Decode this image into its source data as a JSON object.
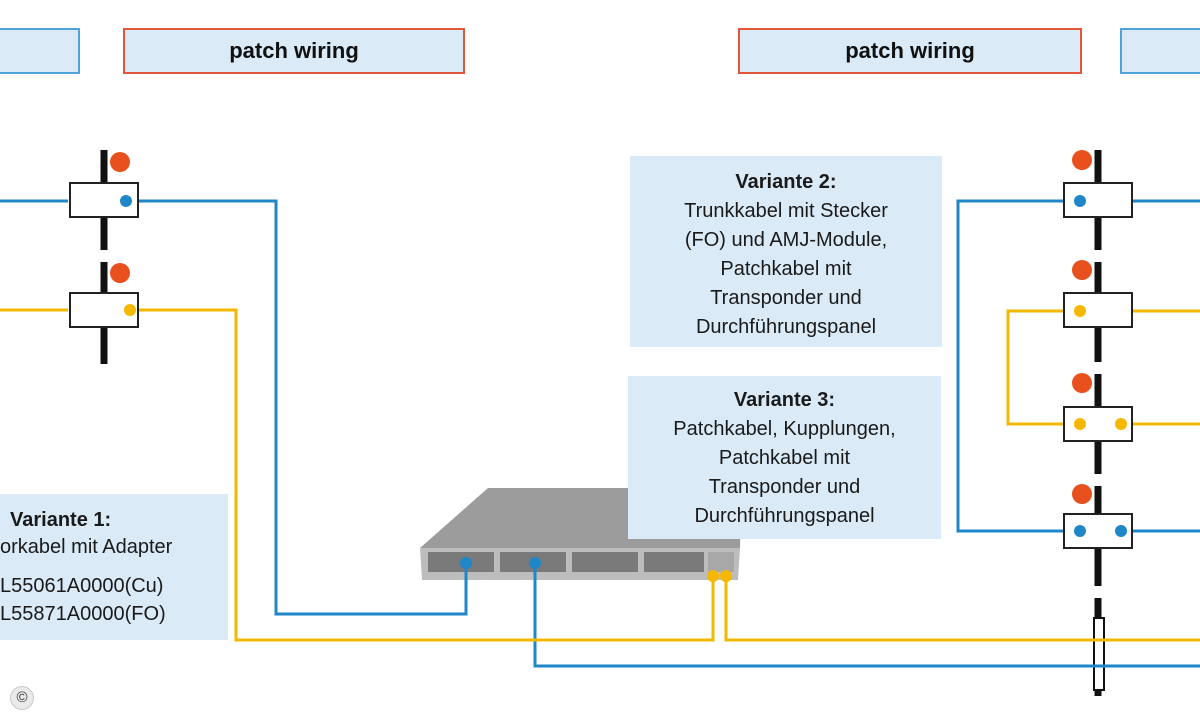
{
  "headers": {
    "left_partial": "",
    "left_patch": "patch wiring",
    "right_patch": "patch wiring",
    "right_partial": ""
  },
  "variante1": {
    "title": "Variante 1:",
    "line1": "orkabel mit Adapter",
    "line2": "L55061A0000(Cu)",
    "line3": "L55871A0000(FO)"
  },
  "variante2": {
    "title": "Variante 2:",
    "lines": [
      "Trunkkabel mit Stecker",
      "(FO) und AMJ-Module,",
      "Patchkabel mit",
      "Transponder und",
      "Durchführungspanel"
    ]
  },
  "variante3": {
    "title": "Variante 3:",
    "lines": [
      "Patchkabel, Kupplungen,",
      "Patchkabel mit",
      "Transponder und",
      "Durchführungspanel"
    ]
  },
  "copyright": "©",
  "colors": {
    "blue_cable": "#1f86c8",
    "yellow_cable": "#f5b800",
    "red_dot": "#e8501e",
    "box_fill": "#daeaf6",
    "header_border_red": "#e2563a",
    "header_border_blue": "#4fa3d8"
  }
}
